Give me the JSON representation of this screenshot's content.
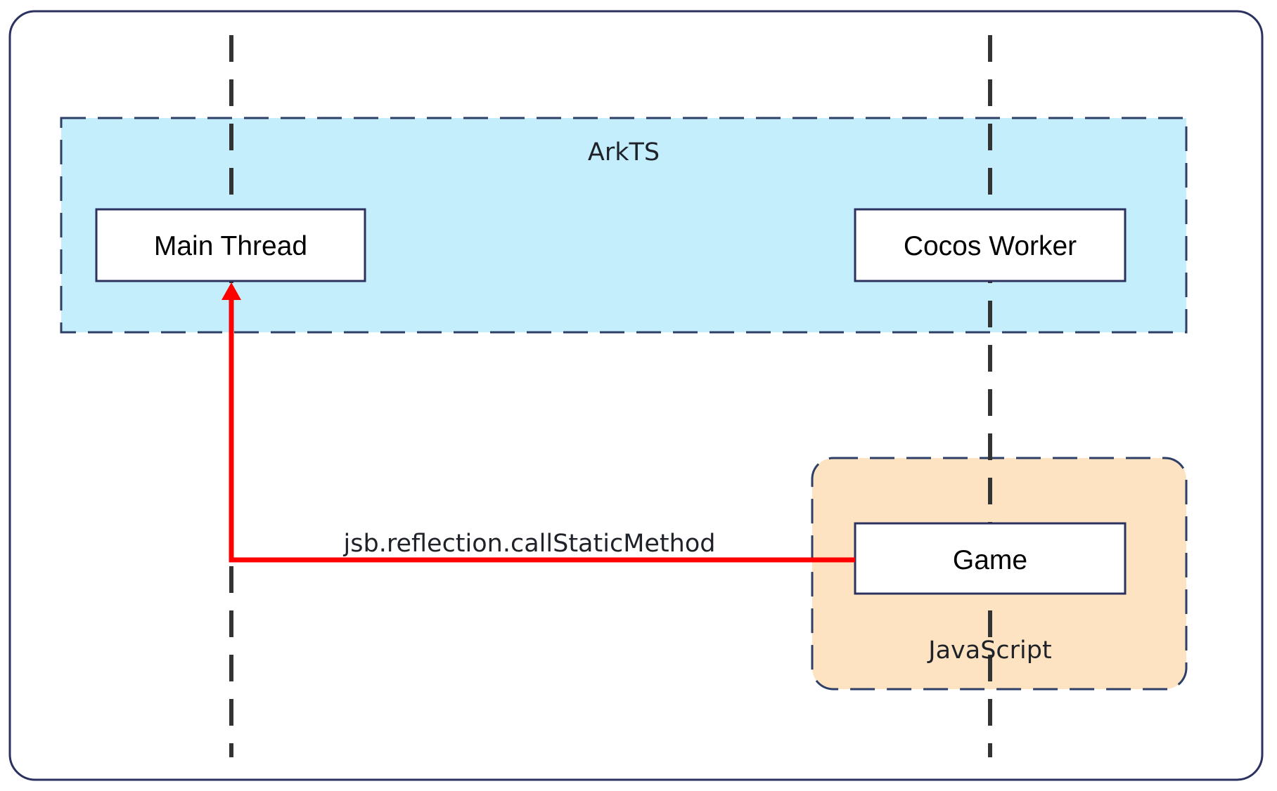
{
  "diagram": {
    "regions": {
      "arkts": {
        "label": "ArkTS",
        "fill": "#c5eefc"
      },
      "javascript": {
        "label": "JavaScript",
        "fill": "#fde3c2"
      }
    },
    "lifelines": [
      {
        "id": "main-thread",
        "label": "Main Thread"
      },
      {
        "id": "cocos-worker",
        "label": "Cocos Worker"
      }
    ],
    "nodes": {
      "main_thread": {
        "label": "Main Thread"
      },
      "cocos_worker": {
        "label": "Cocos Worker"
      },
      "game": {
        "label": "Game"
      }
    },
    "edges": [
      {
        "from": "Game",
        "to": "Main Thread",
        "label": "jsb.reflection.callStaticMethod",
        "color": "#ff0000"
      }
    ],
    "colors": {
      "border": "#2b3260",
      "region_border": "#2d3f66",
      "lifeline": "#333333",
      "arrow": "#ff0000"
    }
  }
}
